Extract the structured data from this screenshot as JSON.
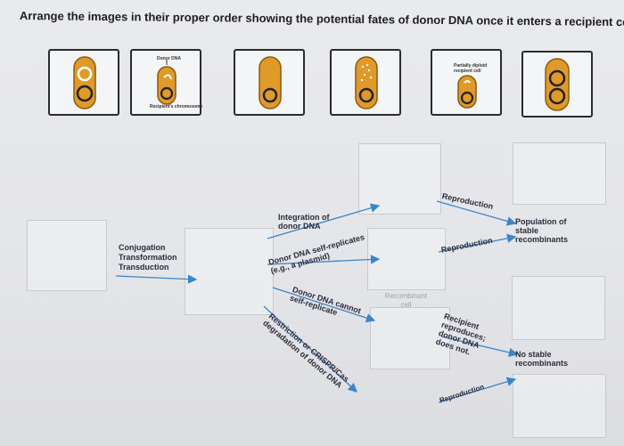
{
  "title": "Arrange the images in their proper order showing the potential fates of donor DNA once it enters a recipient cell.",
  "tiles": [
    {
      "name": "tile-1",
      "label_top": "",
      "label_bottom": ""
    },
    {
      "name": "tile-2",
      "label_top": "Donor DNA",
      "label_bottom": "Recipient's chromosome"
    },
    {
      "name": "tile-3",
      "label_top": "",
      "label_bottom": ""
    },
    {
      "name": "tile-4",
      "label_top": "",
      "label_bottom": ""
    },
    {
      "name": "tile-5",
      "label_top": "Partially diploid recipient cell",
      "label_bottom": ""
    },
    {
      "name": "tile-6",
      "label_top": "",
      "label_bottom": ""
    }
  ],
  "diagram": {
    "transfer_methods": [
      "Conjugation",
      "Transformation",
      "Transduction"
    ],
    "integration": "Integration of donor DNA",
    "plasmid": "Donor DNA self-replicates (e.g., a plasmid)",
    "cannot_replicate": "Donor DNA cannot self-replicate",
    "restriction": "Restriction or CRISPR/Cas degradation of donor DNA",
    "recombinant_cell": "Recombinant cell",
    "reproduction_1": "Reproduction",
    "reproduction_2": "Reproduction",
    "reproduction_3": "Reproduction",
    "population": "Population of stable recombinants",
    "recipient_reproduces": "Recipient reproduces; donor DNA does not.",
    "no_stable": "No stable recombinants"
  },
  "colors": {
    "arrow": "#3a86c8",
    "cell_fill": "#e09a2a",
    "cell_edge": "#8a5a10",
    "tile_border": "#2b2b2b"
  }
}
